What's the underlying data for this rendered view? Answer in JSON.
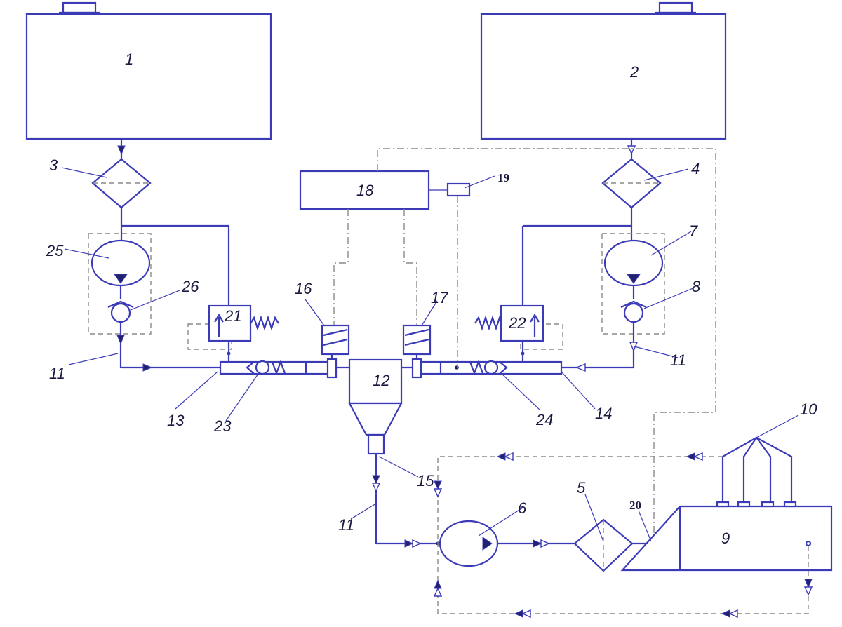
{
  "diagram": {
    "components": [
      {
        "id": "tank-1",
        "label": "1"
      },
      {
        "id": "tank-2",
        "label": "2"
      },
      {
        "id": "filter-3",
        "label": "3"
      },
      {
        "id": "filter-4",
        "label": "4"
      },
      {
        "id": "filter-5",
        "label": "5"
      },
      {
        "id": "pump-6",
        "label": "6"
      },
      {
        "id": "pump-7",
        "label": "7"
      },
      {
        "id": "check-valve-8",
        "label": "8"
      },
      {
        "id": "engine-9",
        "label": "9"
      },
      {
        "id": "injectors-10",
        "label": "10"
      },
      {
        "id": "line-11",
        "label": "11"
      },
      {
        "id": "mixer-12",
        "label": "12"
      },
      {
        "id": "manifold-13",
        "label": "13"
      },
      {
        "id": "manifold-14",
        "label": "14"
      },
      {
        "id": "outlet-15",
        "label": "15"
      },
      {
        "id": "solenoid-16",
        "label": "16"
      },
      {
        "id": "solenoid-17",
        "label": "17"
      },
      {
        "id": "controller-18",
        "label": "18"
      },
      {
        "id": "sensor-19",
        "label": "19"
      },
      {
        "id": "sensor-20",
        "label": "20"
      },
      {
        "id": "relief-valve-21",
        "label": "21"
      },
      {
        "id": "relief-valve-22",
        "label": "22"
      },
      {
        "id": "check-valve-23",
        "label": "23"
      },
      {
        "id": "check-valve-24",
        "label": "24"
      },
      {
        "id": "pump-25",
        "label": "25"
      },
      {
        "id": "check-valve-26",
        "label": "26"
      }
    ]
  }
}
